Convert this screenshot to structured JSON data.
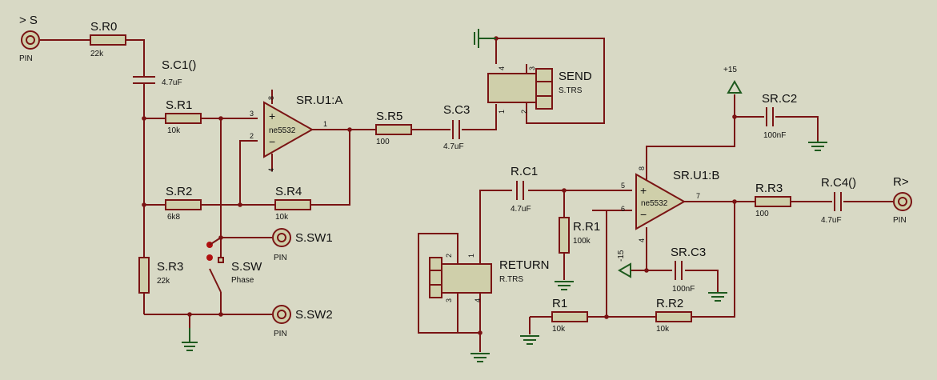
{
  "terminals": {
    "in_s": "> S",
    "out_r": "R>",
    "pin": "PIN",
    "plus15": "+15",
    "minus15": "-15"
  },
  "components": {
    "sr0": {
      "ref": "S.R0",
      "value": "22k"
    },
    "sc1": {
      "ref": "S.C1()",
      "value": "4.7uF"
    },
    "sr1": {
      "ref": "S.R1",
      "value": "10k"
    },
    "sr2": {
      "ref": "S.R2",
      "value": "6k8"
    },
    "sr3": {
      "ref": "S.R3",
      "value": "22k"
    },
    "sr4": {
      "ref": "S.R4",
      "value": "10k"
    },
    "sr5": {
      "ref": "S.R5",
      "value": "100"
    },
    "sc3": {
      "ref": "S.C3",
      "value": "4.7uF"
    },
    "u1a": {
      "ref": "SR.U1:A",
      "part": "ne5532"
    },
    "u1b": {
      "ref": "SR.U1:B",
      "part": "ne5532"
    },
    "send": {
      "ref": "SEND",
      "part": "S.TRS"
    },
    "ret": {
      "ref": "RETURN",
      "part": "R.TRS"
    },
    "ssw": {
      "ref": "S.SW",
      "value": "Phase"
    },
    "ssw1": {
      "ref": "S.SW1"
    },
    "ssw2": {
      "ref": "S.SW2"
    },
    "src2": {
      "ref": "SR.C2",
      "value": "100nF"
    },
    "src3": {
      "ref": "SR.C3",
      "value": "100nF"
    },
    "rc1": {
      "ref": "R.C1",
      "value": "4.7uF"
    },
    "rr1": {
      "ref": "R.R1",
      "value": "100k"
    },
    "r1": {
      "ref": "R1",
      "value": "10k"
    },
    "rr2": {
      "ref": "R.R2",
      "value": "10k"
    },
    "rr3": {
      "ref": "R.R3",
      "value": "100"
    },
    "rc4": {
      "ref": "R.C4()",
      "value": "4.7uF"
    }
  },
  "pins": {
    "u1a": {
      "p1": "1",
      "p2": "2",
      "p3": "3",
      "p4": "4",
      "p8": "8"
    },
    "u1b": {
      "p5": "5",
      "p6": "6",
      "p7": "7",
      "p4": "4",
      "p8": "8"
    },
    "send": {
      "p1": "1",
      "p2": "2",
      "p3": "3",
      "p4": "4"
    },
    "ret": {
      "p1": "1",
      "p2": "2",
      "p3": "3",
      "p4": "4"
    }
  },
  "colors": {
    "background": "#d8d9c5",
    "wire": "#7a1414",
    "ground": "#1e5a1e",
    "body": "#cfcfaa"
  }
}
